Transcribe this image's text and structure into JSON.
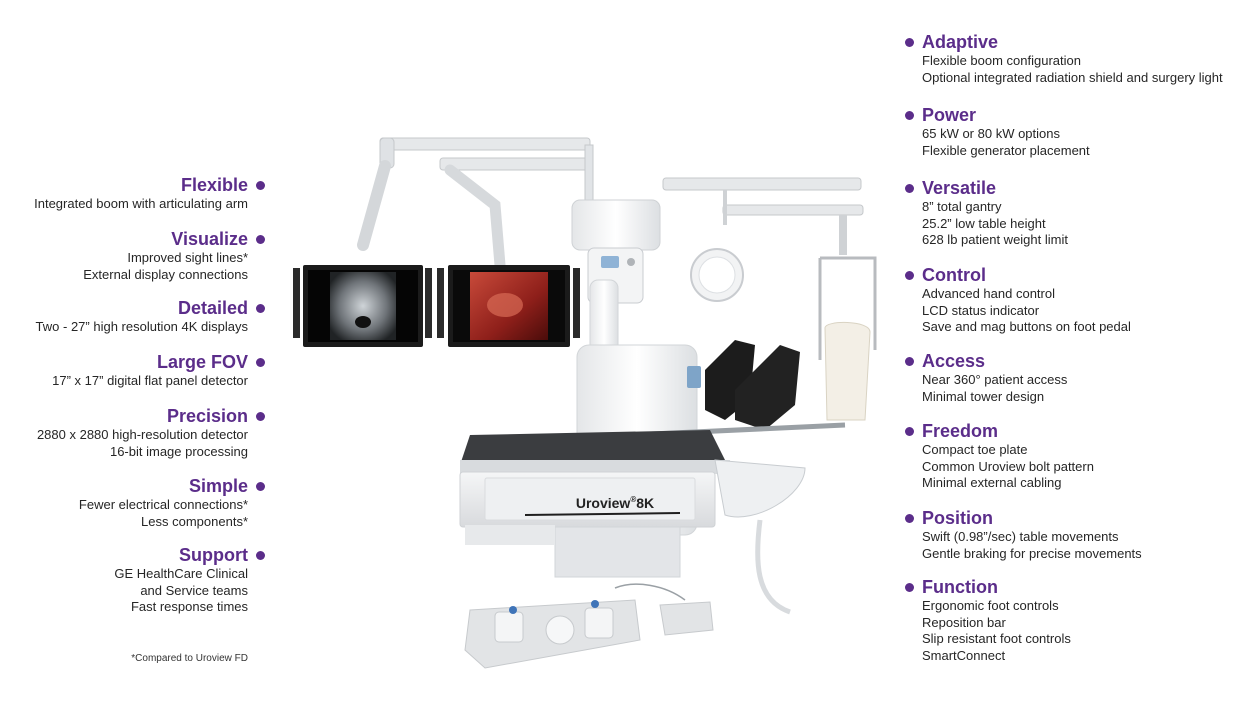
{
  "left_features": [
    {
      "title": "Flexible",
      "lines": [
        "Integrated boom with articulating arm"
      ]
    },
    {
      "title": "Visualize",
      "lines": [
        "Improved sight lines*",
        "External display connections"
      ]
    },
    {
      "title": "Detailed",
      "lines": [
        "Two - 27” high resolution 4K displays"
      ]
    },
    {
      "title": "Large FOV",
      "lines": [
        "17” x 17” digital flat panel detector"
      ]
    },
    {
      "title": "Precision",
      "lines": [
        "2880 x 2880 high-resolution detector",
        "16-bit image processing"
      ]
    },
    {
      "title": "Simple",
      "lines": [
        "Fewer electrical connections*",
        "Less components*"
      ]
    },
    {
      "title": "Support",
      "lines": [
        "GE HealthCare Clinical",
        "and Service teams",
        "Fast response times"
      ]
    }
  ],
  "right_features": [
    {
      "title": "Adaptive",
      "lines": [
        "Flexible boom configuration",
        "Optional integrated radiation shield and surgery light"
      ]
    },
    {
      "title": "Power",
      "lines": [
        "65 kW or 80 kW options",
        "Flexible generator placement"
      ]
    },
    {
      "title": "Versatile",
      "lines": [
        "8” total gantry",
        "25.2” low table height",
        "628 lb patient weight limit"
      ]
    },
    {
      "title": "Control",
      "lines": [
        "Advanced hand control",
        "LCD status indicator",
        "Save and mag buttons on foot pedal"
      ]
    },
    {
      "title": "Access",
      "lines": [
        "Near 360° patient access",
        "Minimal tower design"
      ]
    },
    {
      "title": "Freedom",
      "lines": [
        "Compact toe plate",
        "Common Uroview bolt pattern",
        "Minimal external cabling"
      ]
    },
    {
      "title": "Position",
      "lines": [
        "Swift (0.98”/sec) table movements",
        "Gentle braking for precise movements"
      ]
    },
    {
      "title": "Function",
      "lines": [
        "Ergonomic foot controls",
        "Reposition bar",
        "Slip resistant foot controls",
        "SmartConnect"
      ]
    }
  ],
  "footnote": "*Compared to Uroview FD",
  "product": {
    "name": "Uroview",
    "superscript": "®",
    "model": "8K"
  },
  "colors": {
    "accent": "#5b2d8a",
    "text": "#262626",
    "background": "#ffffff"
  }
}
